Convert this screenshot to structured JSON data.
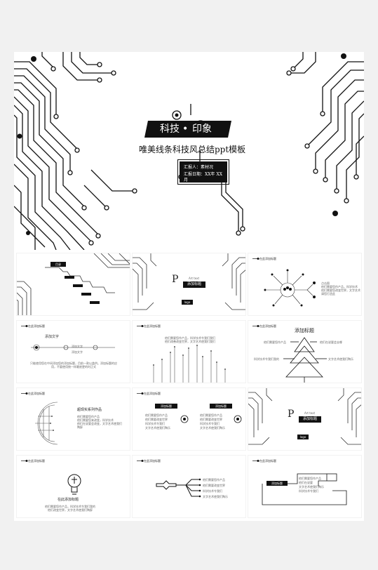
{
  "cover": {
    "title_left": "科技",
    "title_dot": "•",
    "title_right": "印象",
    "subtitle": "唯美线条科技风总结ppt模板",
    "reporter": "汇报人：素材况",
    "date": "汇报日期：XX年 XX月"
  },
  "slides": {
    "toc": {
      "label": "目录"
    },
    "title_page": {
      "p": "P",
      "art": "Art text",
      "heading": "添加标题",
      "logo": "logo"
    },
    "network": {
      "tab": "在此添加标题",
      "lines": [
        "点击图",
        "他们需要您作产品，科学技术",
        "他们需要您改变世界，文字艺术",
        "请您打造此"
      ]
    },
    "timeline": {
      "tab": "在此添加标题",
      "add_text": "添加文字",
      "points": [
        "添加文字",
        "添加文字"
      ],
      "caption": "只能使用您在中间添加您的添加标题，目前一款以盖供。添加标题的应用，不要使用统一样最底更的时正式"
    },
    "bars": {
      "tab": "在此添加标题",
      "line1": "他们需要您作产品，科学技术令我们我们",
      "line2": "他们改善改变世界，文字艺术使我们我们"
    },
    "tree": {
      "tab": "在此添加标题",
      "heading": "添加标题",
      "labels": [
        "他们需要您作产品",
        "他们在说要会去哪",
        "科学技术令我们我的",
        "文字艺术使我们陶乐"
      ]
    },
    "globe": {
      "tab": "在此添加标题",
      "heading": "超现实系列作品",
      "lines": [
        "他们需要您作产品",
        "他们需要您来改变，科学技术",
        "他们在说要会改变，文字艺术使我们",
        "陶醉"
      ]
    },
    "twocol": {
      "tab": "在此添加标题",
      "left_heading": "添加标题",
      "right_heading": "添加标题",
      "left_items": [
        "他们需要您作产品",
        "他们需要改变世界",
        "科学技术令我们",
        "文字艺术使我们陶乐"
      ],
      "right_items": [
        "他们需要您作产品",
        "他们需要改变世界",
        "科学技术令我们",
        "文字艺术使我们陶乐"
      ]
    },
    "title_page2": {
      "p": "P",
      "art": "Art text",
      "heading": "添加标题",
      "logo": "logo"
    },
    "bulb": {
      "tab": "在此添加标题",
      "heading": "在此添加标题",
      "lines": [
        "他们需要您作产品，科学技术令我们我的",
        "他们改变世界，文字艺术使我们陶醉"
      ]
    },
    "wrench": {
      "tab": "在此添加标题",
      "items": [
        "他们需要您作产品",
        "他们需要改变世界",
        "科学技术令我们",
        "文字艺术使我们陶乐"
      ]
    },
    "chip": {
      "tab": "在此添加标题",
      "heading": "添加标题",
      "items": [
        "他们需要您作产品",
        "他们在说要",
        "文字艺术使我们陶乐",
        "科学技术令我们"
      ]
    }
  }
}
